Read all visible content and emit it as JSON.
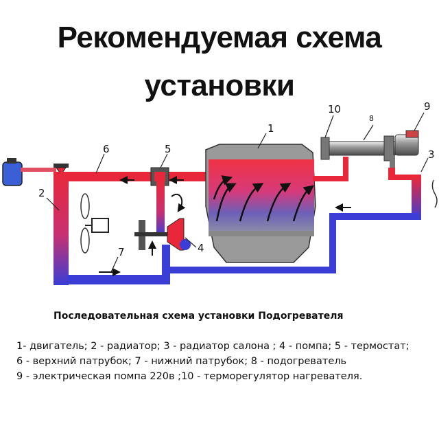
{
  "title": {
    "line1": "Рекомендуемая схема",
    "line2": "установки"
  },
  "numbers": {
    "n1": "1",
    "n2": "2",
    "n3": "3",
    "n4": "4",
    "n5": "5",
    "n6": "6",
    "n7": "7",
    "n8": "8",
    "n9": "9",
    "n10": "10"
  },
  "legend": {
    "heading": "Последовательная схема установки Подогревателя",
    "line1": "1- двигатель; 2 - радиатор; 3 - радиатор  салона      ; 4 - помпа; 5 - термостат;",
    "line2": "6 - верхний патрубок; 7 - нижний патрубок; 8 - подогреватель",
    "line3": "9 - электрическая помпа 220в   ;10 - терморегулятор нагревателя."
  },
  "colors": {
    "hot": "#e8283a",
    "cold": "#3a3ed6",
    "engine": "#9a9a9a"
  }
}
